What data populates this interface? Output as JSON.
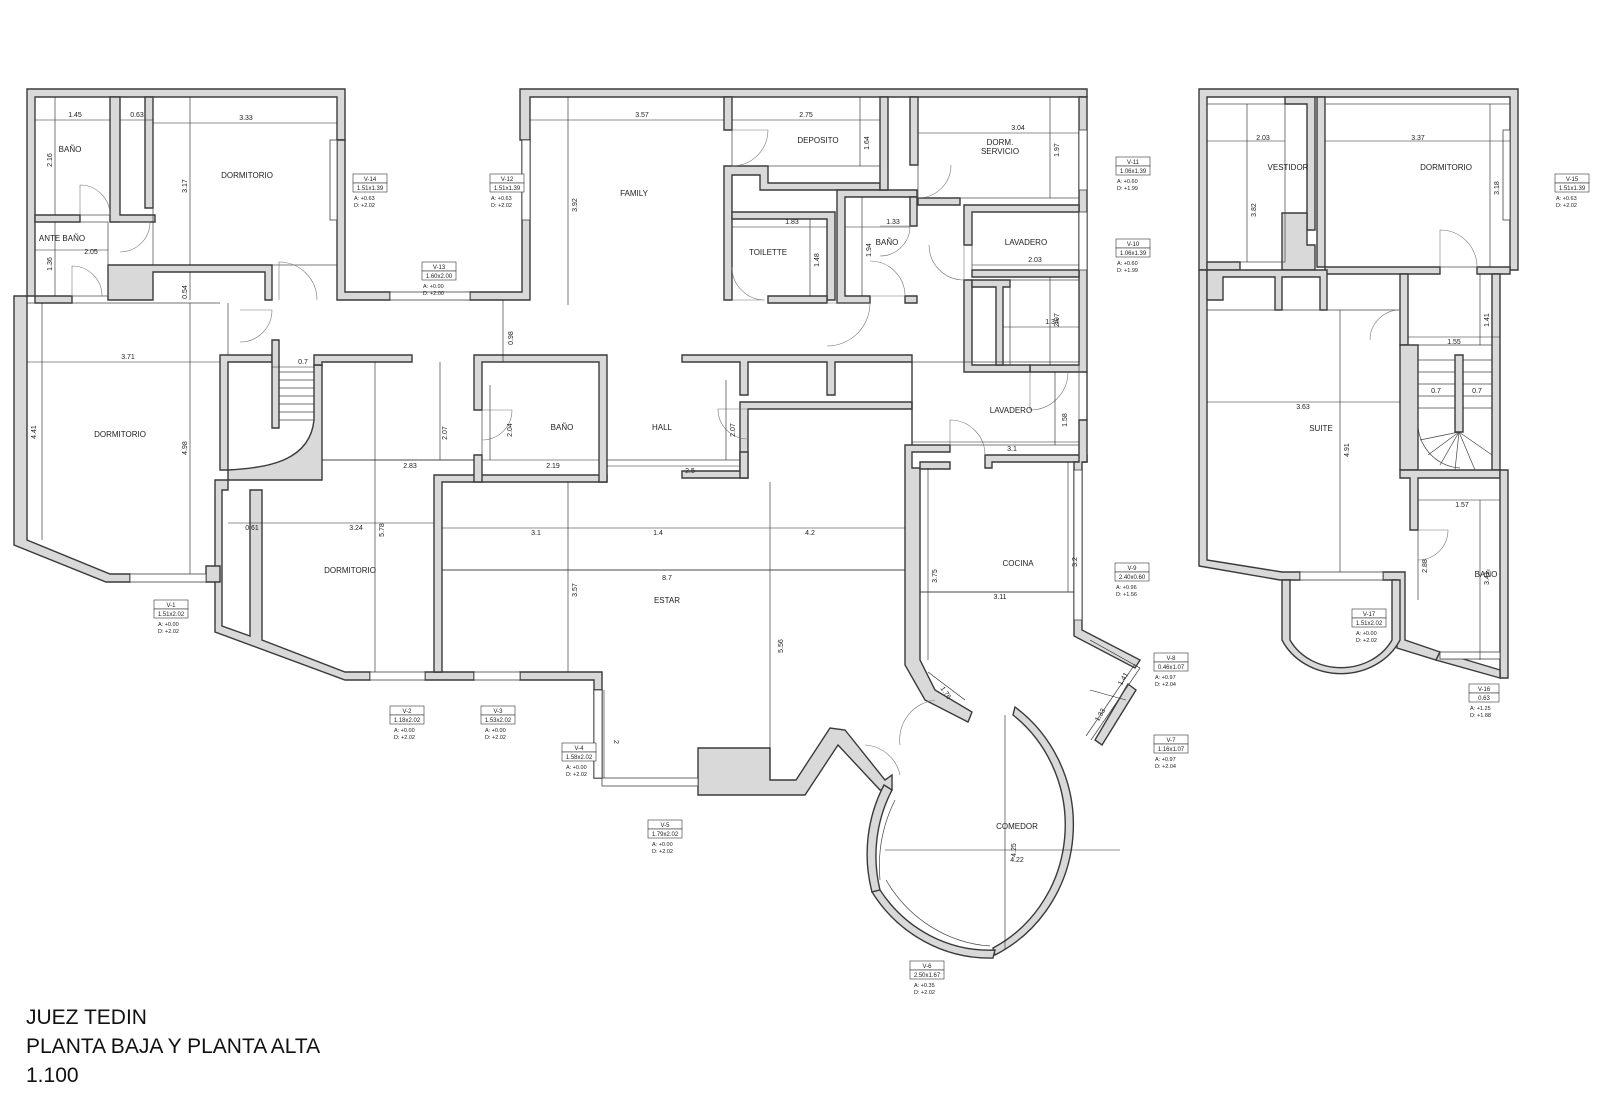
{
  "title": {
    "line1": "JUEZ TEDIN",
    "line2": "PLANTA BAJA Y PLANTA ALTA",
    "line3": "1.100"
  },
  "rooms": {
    "bano_1": "BAÑO",
    "dormitorio_1": "DORMITORIO",
    "ante_bano": "ANTE BAÑO",
    "family": "FAMILY",
    "deposito": "DEPOSITO",
    "dorm_servicio_1": "DORM.",
    "dorm_servicio_2": "SERVICIO",
    "toilette": "TOILETTE",
    "bano_2": "BAÑO",
    "lavadero_1": "LAVADERO",
    "dormitorio_2": "DORMITORIO",
    "bano_3": "BAÑO",
    "hall": "HALL",
    "lavadero_2": "LAVADERO",
    "dormitorio_3": "DORMITORIO",
    "cocina": "COCINA",
    "estar": "ESTAR",
    "comedor": "COMEDOR",
    "vestidor": "VESTIDOR",
    "dormitorio_4": "DORMITORIO",
    "suite": "SUITE",
    "bano_4": "BAÑO"
  },
  "dimensions": {
    "d145": "1.45",
    "d063": "0.63",
    "d333": "3.33",
    "d216": "2.16",
    "d317": "3.17",
    "d205": "2.05",
    "d136": "1.36",
    "d054": "0.54",
    "d357": "3.57",
    "d392": "3.92",
    "d275": "2.75",
    "d164": "1.64",
    "d304": "3.04",
    "d197": "1.97",
    "d183": "1.83",
    "d148": "1.48",
    "d133": "1.33",
    "d194": "1.94",
    "d203": "2.03",
    "d297": "2.97",
    "d134": "1.34",
    "d371": "3.71",
    "d07": "0.7",
    "d441": "4.41",
    "d498": "4.98",
    "d098": "0.98",
    "d207a": "2.07",
    "d204": "2.04",
    "d283": "2.83",
    "d219": "2.19",
    "d25": "2.5",
    "d207b": "2.07",
    "d158": "1.58",
    "d31a": "3.1",
    "d061": "0.61",
    "d324": "3.24",
    "d578": "5.78",
    "d31b": "3.1",
    "d14": "1.4",
    "d42": "4.2",
    "d87": "8.7",
    "d357b": "3.57",
    "d556": "5.56",
    "d2": "2",
    "d375": "3.75",
    "d32": "3.2",
    "d311": "3.11",
    "d141": "1.41",
    "d133b": "1.33",
    "d176": "1.76",
    "d425": "4.25",
    "d422": "4.22",
    "d203b": "2.03",
    "d382": "3.82",
    "d337": "3.37",
    "d318": "3.18",
    "d155": "1.55",
    "d141b": "1.41",
    "d07b": "0.7",
    "d07c": "0.7",
    "d363": "3.63",
    "d491": "4.91",
    "d157": "1.57",
    "d288": "2.88",
    "d341": "3.41"
  },
  "windows": {
    "v14": {
      "id": "V-14",
      "size": "1.51x1.39",
      "a": "A: +0.63",
      "d": "D: +2.02"
    },
    "v12": {
      "id": "V-12",
      "size": "1.51x1.39",
      "a": "A: +0.63",
      "d": "D: +2.02"
    },
    "v13": {
      "id": "V-13",
      "size": "1.60x2.00",
      "a": "A: +0.00",
      "d": "D: +2.00"
    },
    "v11": {
      "id": "V-11",
      "size": "1.06x1.39",
      "a": "A: +0.60",
      "d": "D: +1.99"
    },
    "v10": {
      "id": "V-10",
      "size": "1.06x1.39",
      "a": "A: +0.60",
      "d": "D: +1.99"
    },
    "v1": {
      "id": "V-1",
      "size": "1.51x2.02",
      "a": "A: +0.00",
      "d": "D: +2.02"
    },
    "v2": {
      "id": "V-2",
      "size": "1.18x2.02",
      "a": "A: +0.00",
      "d": "D: +2.02"
    },
    "v3": {
      "id": "V-3",
      "size": "1.53x2.02",
      "a": "A: +0.00",
      "d": "D: +2.02"
    },
    "v4": {
      "id": "V-4",
      "size": "1.58x2.02",
      "a": "A: +0.00",
      "d": "D: +2.02"
    },
    "v5": {
      "id": "V-5",
      "size": "1.79x2.02",
      "a": "A: +0.00",
      "d": "D: +2.02"
    },
    "v9": {
      "id": "V-9",
      "size": "2.40x0.60",
      "a": "A: +0.96",
      "d": "D: +1.56"
    },
    "v8": {
      "id": "V-8",
      "size": "0.46x1.07",
      "a": "A: +0.97",
      "d": "D: +2.04"
    },
    "v7": {
      "id": "V-7",
      "size": "1.16x1.07",
      "a": "A: +0.97",
      "d": "D: +2.04"
    },
    "v6": {
      "id": "V-6",
      "size": "2.50x1.67",
      "a": "A: +0.35",
      "d": "D: +2.02"
    },
    "v15": {
      "id": "V-15",
      "size": "1.51x1.39",
      "a": "A: +0.63",
      "d": "D: +2.02"
    },
    "v17": {
      "id": "V-17",
      "size": "1.51x2.02",
      "a": "A: +0.00",
      "d": "D: +2.02"
    },
    "v16": {
      "id": "V-16",
      "size": "0.63",
      "a": "A: +1.25",
      "d": "D: +1.88"
    }
  }
}
